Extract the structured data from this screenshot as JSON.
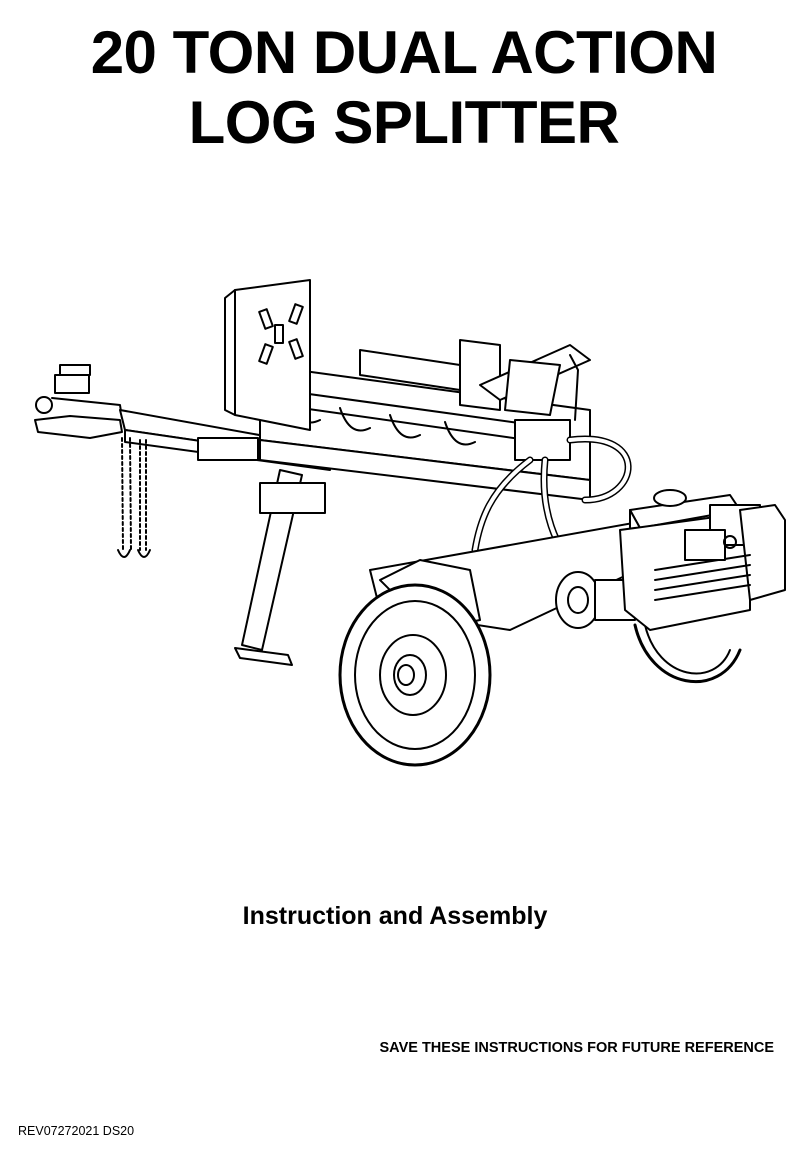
{
  "title": {
    "line1": "20 TON DUAL ACTION",
    "line2": "LOG SPLITTER"
  },
  "subtitle": "Instruction and Assembly",
  "notice": "SAVE THESE INSTRUCTIONS FOR FUTURE REFERENCE",
  "revision": "REV07272021 DS20",
  "colors": {
    "ink": "#000000",
    "paper": "#ffffff"
  }
}
